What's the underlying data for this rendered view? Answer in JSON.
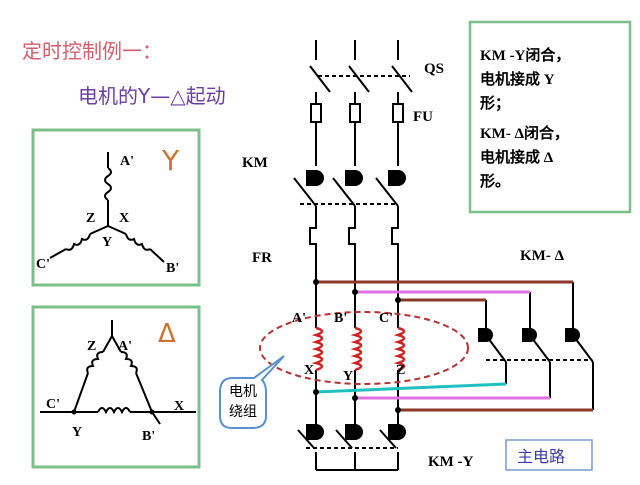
{
  "title": {
    "line1": "定时控制例一：",
    "line2": "电机的Y—△起动"
  },
  "colors": {
    "title1": "#d0606e",
    "title2": "#6a3fa0",
    "box_border": "#7cbf8a",
    "coil": "#d02020",
    "ellipse": "#b83030",
    "brown_wire": "#8b3a2a",
    "pink_wire": "#e070e0",
    "cyan_wire": "#20c0c0",
    "accent_label": "#d07030"
  },
  "wye_box": {
    "symbol": "Y",
    "labels": {
      "a": "A'",
      "b": "B'",
      "c": "C'",
      "x": "X",
      "y": "Y",
      "z": "Z"
    }
  },
  "delta_box": {
    "symbol": "Δ",
    "labels": {
      "a": "A'",
      "b": "B'",
      "c": "C'",
      "x": "X",
      "y": "Y",
      "z": "Z"
    }
  },
  "circuit": {
    "qs": "QS",
    "fu": "FU",
    "km": "KM",
    "fr": "FR",
    "km_delta": "KM- Δ",
    "km_y": "KM -Y",
    "winding_top": {
      "a": "A'",
      "b": "B'",
      "c": "C'"
    },
    "winding_bottom": {
      "x": "X",
      "y": "Y",
      "z": "Z"
    },
    "motor_winding_line1": "电机",
    "motor_winding_line2": "绕组",
    "main_circuit": "主电路"
  },
  "note": {
    "line1": "KM -Y闭合，",
    "line2": "电机接成 Y",
    "line3": "形；",
    "line4": "KM- Δ闭合，",
    "line5": "电机接成 Δ",
    "line6": "形。"
  }
}
